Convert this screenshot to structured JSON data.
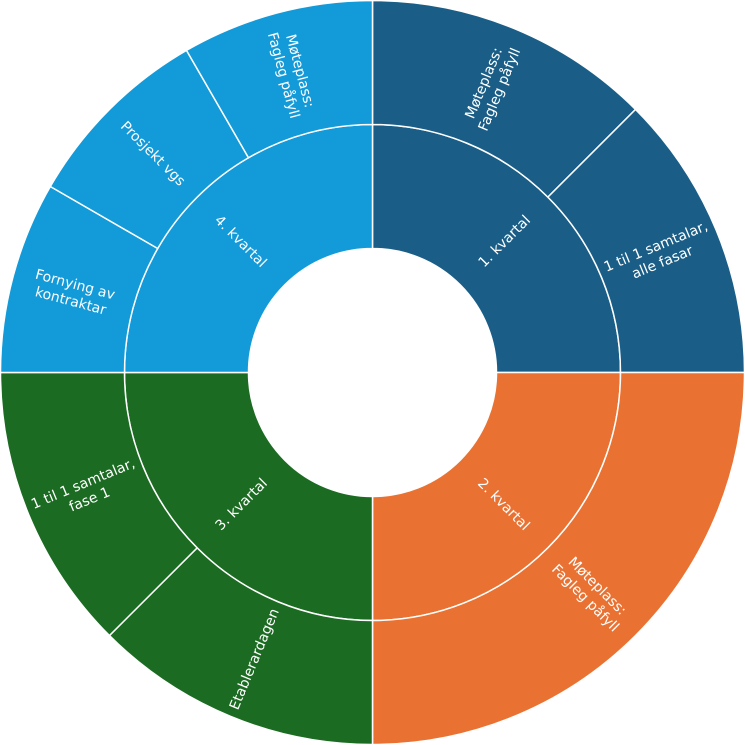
{
  "chart_data": {
    "type": "sunburst",
    "title": "",
    "rings": [
      {
        "level": "inner",
        "segments": [
          {
            "label": [
              "1. kvartal"
            ],
            "start_deg": 0,
            "end_deg": 90,
            "color": "#1A5E87"
          },
          {
            "label": [
              "2. kvartal"
            ],
            "start_deg": 90,
            "end_deg": 180,
            "color": "#E97233"
          },
          {
            "label": [
              "3. kvartal"
            ],
            "start_deg": 180,
            "end_deg": 270,
            "color": "#1C6B22"
          },
          {
            "label": [
              "4. kvartal"
            ],
            "start_deg": 270,
            "end_deg": 360,
            "color": "#139AD8"
          }
        ]
      },
      {
        "level": "outer",
        "segments": [
          {
            "parent": "1. kvartal",
            "label": [
              "Møteplass:",
              "Fagleg påfyll"
            ],
            "start_deg": 0,
            "end_deg": 45,
            "color": "#1A5E87"
          },
          {
            "parent": "1. kvartal",
            "label": [
              "1 til 1 samtalar,",
              "alle fasar"
            ],
            "start_deg": 45,
            "end_deg": 90,
            "color": "#1A5E87"
          },
          {
            "parent": "2. kvartal",
            "label": [
              "Møteplass:",
              "Fagleg påfyll"
            ],
            "start_deg": 90,
            "end_deg": 180,
            "color": "#E97233"
          },
          {
            "parent": "3. kvartal",
            "label": [
              "Etablerardagen"
            ],
            "start_deg": 180,
            "end_deg": 225,
            "color": "#1C6B22"
          },
          {
            "parent": "3. kvartal",
            "label": [
              "1 til 1 samtalar,",
              "fase 1"
            ],
            "start_deg": 225,
            "end_deg": 270,
            "color": "#1C6B22"
          },
          {
            "parent": "4. kvartal",
            "label": [
              "Fornying av",
              "kontraktar"
            ],
            "start_deg": 270,
            "end_deg": 300,
            "color": "#139AD8"
          },
          {
            "parent": "4. kvartal",
            "label": [
              "Prosjekt vgs"
            ],
            "start_deg": 300,
            "end_deg": 330,
            "color": "#139AD8"
          },
          {
            "parent": "4. kvartal",
            "label": [
              "Møteplass:",
              "Fagleg påfyll"
            ],
            "start_deg": 330,
            "end_deg": 360,
            "color": "#139AD8"
          }
        ]
      }
    ]
  }
}
